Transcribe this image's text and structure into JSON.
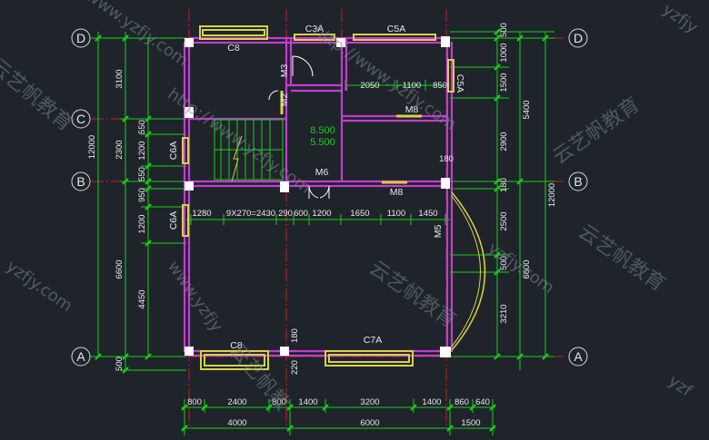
{
  "axes": {
    "left": [
      "D",
      "C",
      "B",
      "A"
    ],
    "right": [
      "D",
      "B",
      "A"
    ]
  },
  "colors": {
    "background": "#1f242b",
    "wall": "#c33ccf",
    "dim": "#17d017",
    "dimtext": "#e8e8e8",
    "axis": "#d11a1a",
    "window": "#d6d24a",
    "column": "#ffffff",
    "label": "#e8e8e8",
    "watermark": "#7d8794"
  },
  "left_dims": {
    "outer": [
      "12000"
    ],
    "middle": [
      "3100",
      "2300",
      "6600",
      "500"
    ],
    "inner": [
      "550",
      "1200",
      "550",
      "950",
      "1200",
      "4450"
    ]
  },
  "right_dims": {
    "outer": [
      "12000"
    ],
    "middle": [
      "5400",
      "6600"
    ],
    "inner": [
      "500",
      "1000",
      "1500",
      "2900",
      "180",
      "2500",
      "500",
      "3210"
    ]
  },
  "bottom_dims": {
    "row1": [
      "800",
      "2400",
      "800",
      "1400",
      "3200",
      "1400",
      "860",
      "640"
    ],
    "row2": [
      "4000",
      "6000",
      "1500"
    ]
  },
  "interior_dims": {
    "stair_row": [
      "1280",
      "9X270=2430",
      "290",
      "600",
      "1200",
      "1650",
      "1100",
      "1450"
    ],
    "top_right": [
      "2050",
      "1100",
      "850"
    ],
    "misc": [
      "180",
      "180",
      "220"
    ]
  },
  "labels": {
    "windows": [
      "C8",
      "C3A",
      "C5A",
      "C5A",
      "C6A",
      "C6A",
      "C8",
      "C7A"
    ],
    "doors": [
      "M3",
      "M2",
      "M8",
      "M6",
      "M8",
      "M5"
    ],
    "levels": [
      "8.500",
      "5.500"
    ]
  },
  "watermarks": {
    "url": [
      "http://www.yzfjy.com",
      "http://www.yzfjy.com",
      "http://www.yzfjy.com",
      "www.yzfjy",
      "yzfjy.com",
      "yzfjy",
      "yzfjy.com",
      "yzf"
    ],
    "brand": [
      "云艺帆教育",
      "云艺帆教育",
      "云艺帆教育",
      "云艺帆教育",
      "云艺帆教"
    ]
  }
}
